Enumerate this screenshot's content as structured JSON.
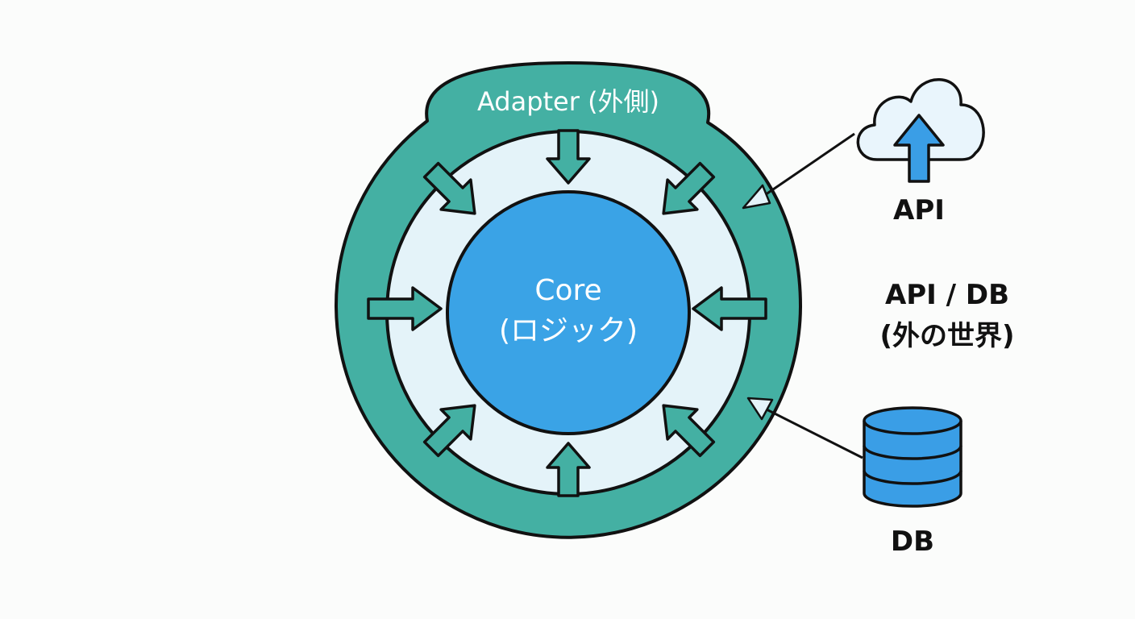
{
  "adapter": {
    "label": "Adapter (外側)"
  },
  "core": {
    "line1": "Core",
    "line2": "(ロジック)"
  },
  "external": {
    "api_label": "API",
    "db_label": "DB",
    "group_line1": "API / DB",
    "group_line2": "(外の世界)"
  },
  "icons": {
    "api": "cloud-upload-icon",
    "db": "database-icon"
  },
  "colors": {
    "adapter_ring": "#44b0a3",
    "inner_ring": "#e4f3f9",
    "core": "#3aa3e6",
    "arrow": "#44b0a3",
    "external_icon": "#3a9ee6",
    "cloud_fill": "#e9f5fc",
    "stroke": "#111111",
    "text_light": "#ffffff",
    "text_dark": "#111111"
  }
}
